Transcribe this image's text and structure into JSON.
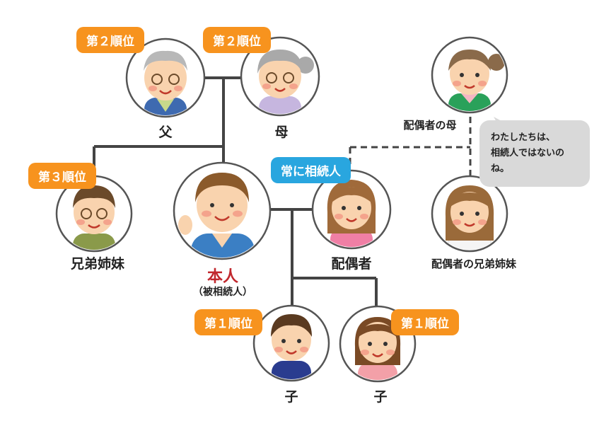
{
  "people": {
    "father": {
      "name": "父",
      "rank": "第２順位"
    },
    "mother": {
      "name": "母",
      "rank": "第２順位"
    },
    "siblings": {
      "name": "兄弟姉妹",
      "rank": "第３順位"
    },
    "self": {
      "name": "本人",
      "sub": "（被相続人）"
    },
    "spouse": {
      "name": "配偶者",
      "rank": "常に相続人"
    },
    "child1": {
      "name": "子",
      "rank": "第１順位"
    },
    "child2": {
      "name": "子",
      "rank": "第１順位"
    },
    "spouse_mother": {
      "name": "配偶者の母"
    },
    "spouse_sibling": {
      "name": "配偶者の兄弟姉妹"
    }
  },
  "speech": {
    "line1": "わたしたちは、",
    "line2": "相続人ではないのね。"
  },
  "colors": {
    "badge_orange": "#f7931e",
    "badge_blue": "#29a6df",
    "self_label": "#c1272d",
    "line": "#444444"
  }
}
